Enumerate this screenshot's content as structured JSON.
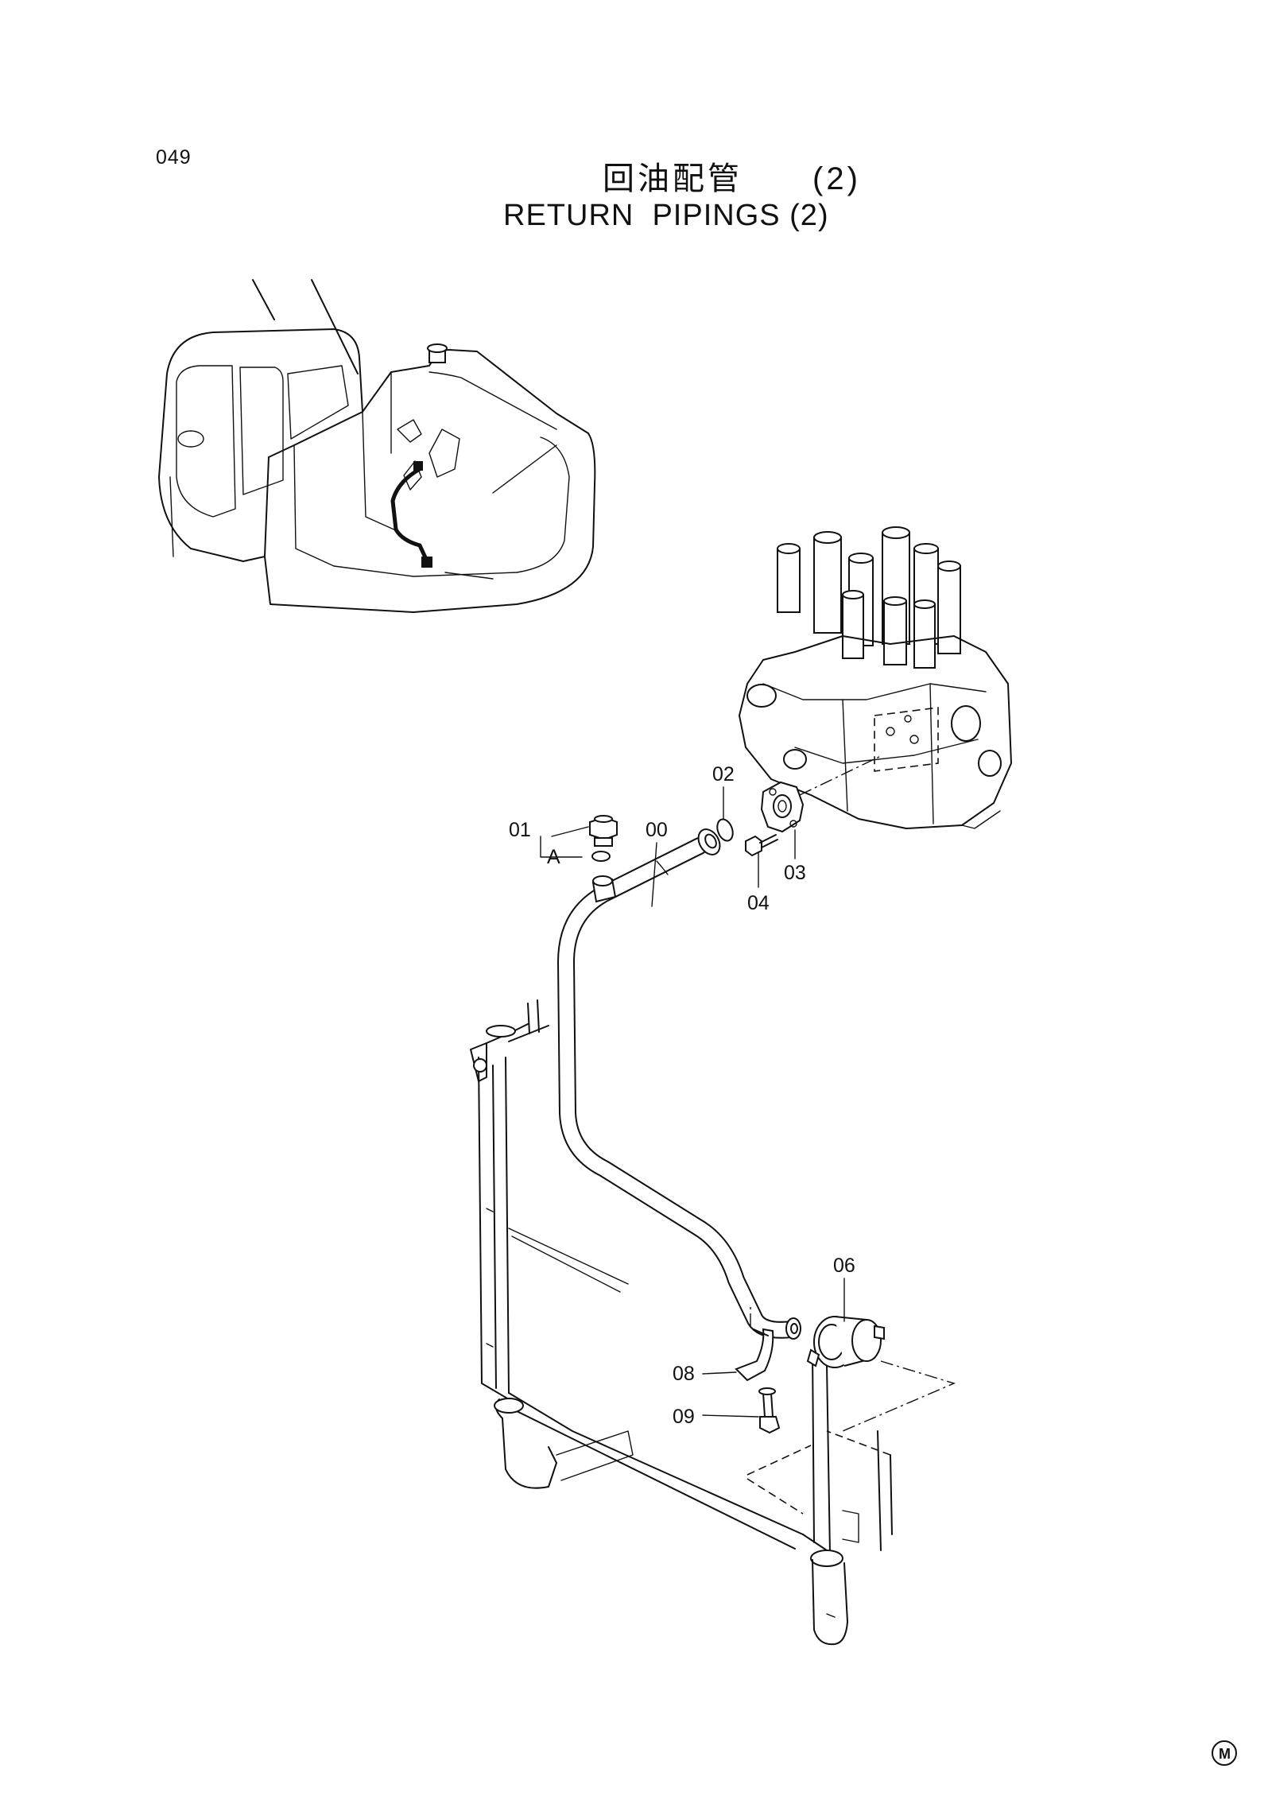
{
  "page_code": "049",
  "title_cn": "回油配管　　(2)",
  "title_en": "RETURN  PIPINGS (2)",
  "callouts": [
    {
      "id": "00",
      "label": "00"
    },
    {
      "id": "01",
      "label": "01"
    },
    {
      "id": "A",
      "label": "A"
    },
    {
      "id": "02",
      "label": "02"
    },
    {
      "id": "03",
      "label": "03"
    },
    {
      "id": "04",
      "label": "04"
    },
    {
      "id": "06",
      "label": "06"
    },
    {
      "id": "08",
      "label": "08"
    },
    {
      "id": "09",
      "label": "09"
    }
  ],
  "corner_mark": "M"
}
